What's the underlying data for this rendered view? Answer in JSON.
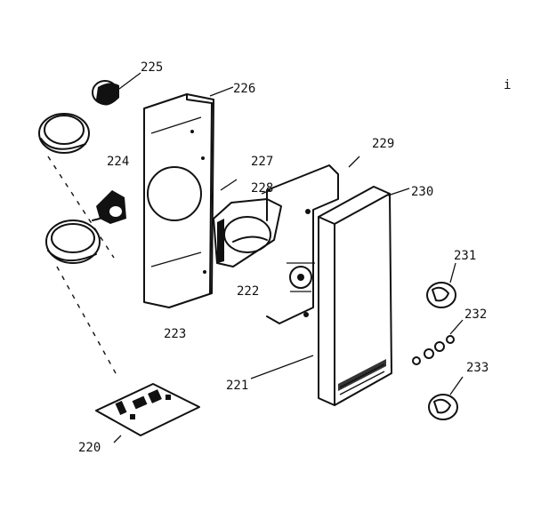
{
  "labels": {
    "p220": "220",
    "p221": "221",
    "p222": "222",
    "p223": "223",
    "p224": "224",
    "p225": "225",
    "p226": "226",
    "p227": "227",
    "p228": "228",
    "p229": "229",
    "p230": "230",
    "p231": "231",
    "p232": "232",
    "p233": "233",
    "corner_mark": "i"
  }
}
